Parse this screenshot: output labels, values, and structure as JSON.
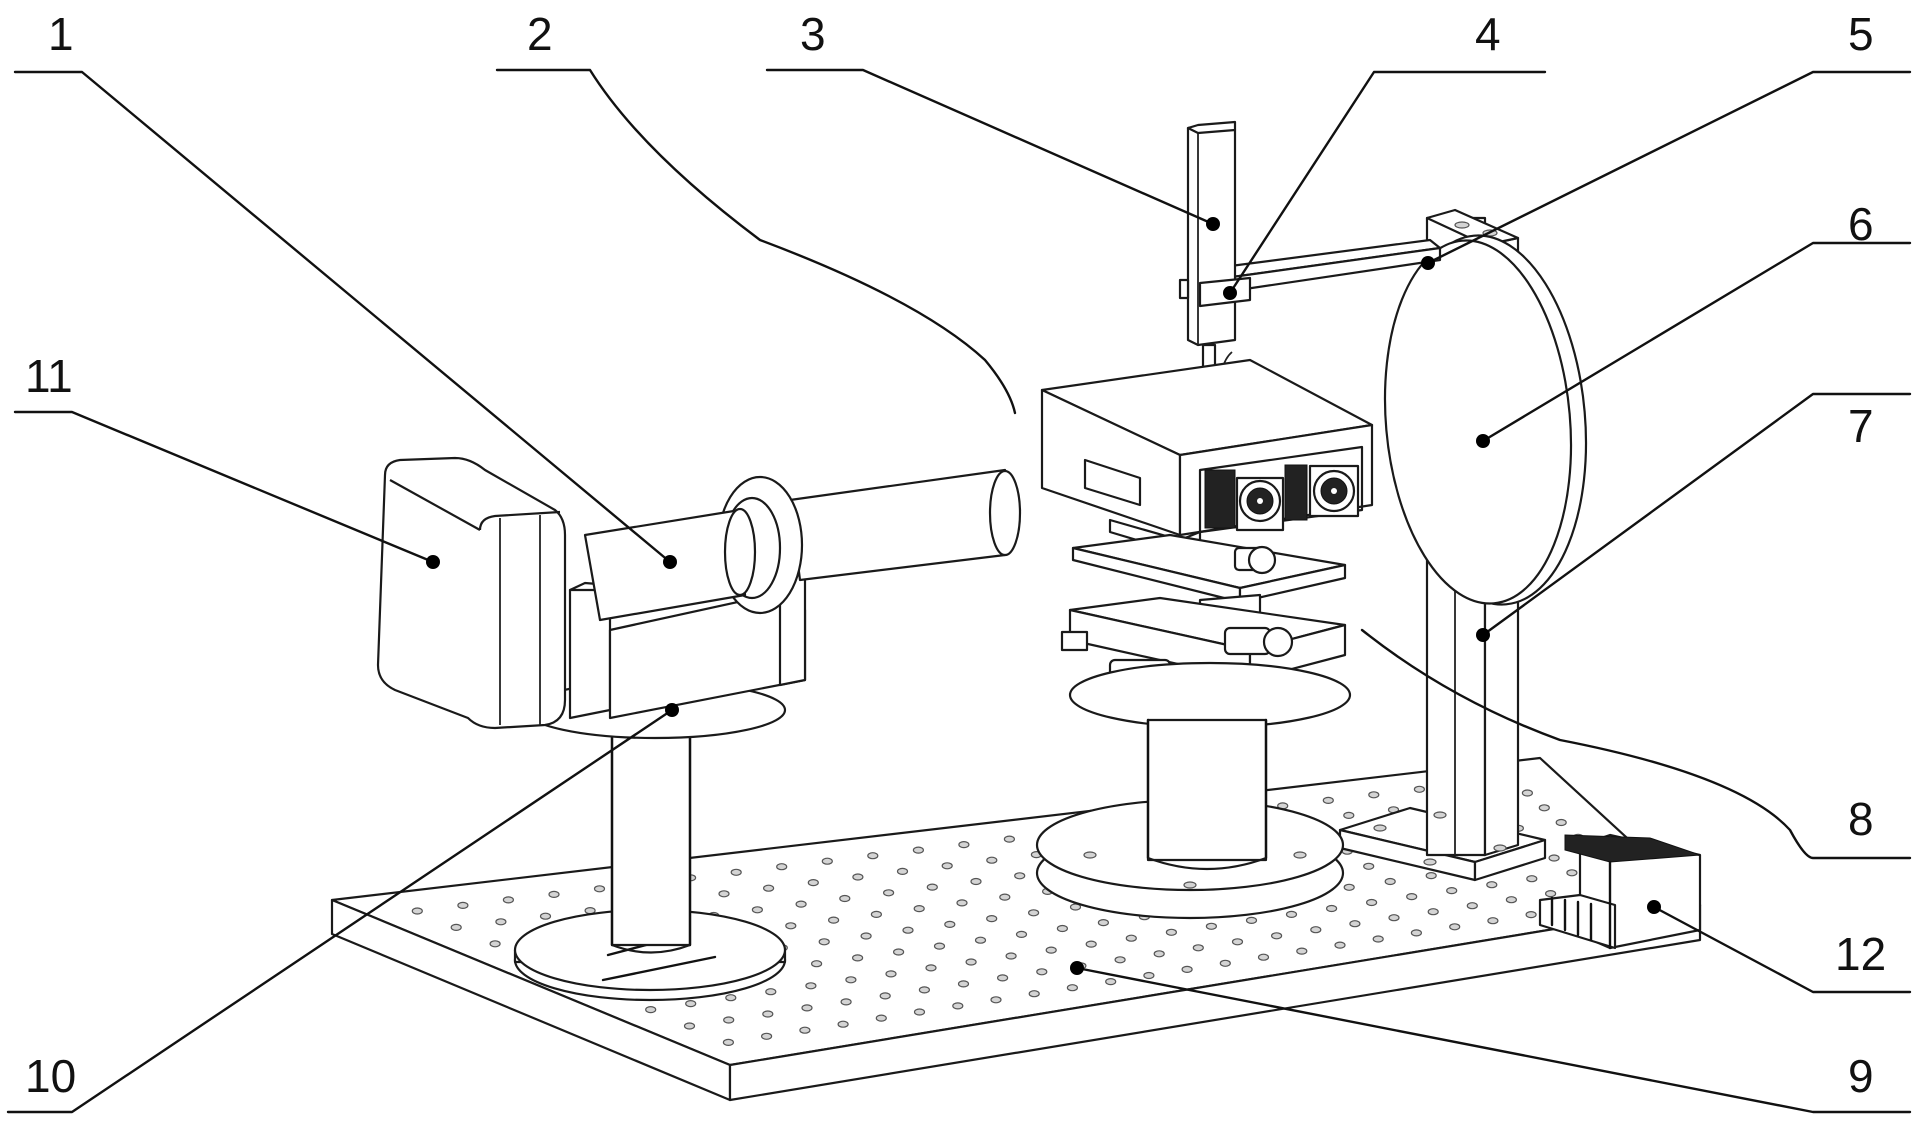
{
  "figure": {
    "type": "patent-style isometric line drawing of an optical test bench",
    "colors": {
      "line": "#111111",
      "background": "#ffffff",
      "hole_fill": "#d4d4d4"
    },
    "callouts": [
      {
        "id": "c1",
        "label": "1"
      },
      {
        "id": "c2",
        "label": "2"
      },
      {
        "id": "c3",
        "label": "3"
      },
      {
        "id": "c4",
        "label": "4"
      },
      {
        "id": "c5",
        "label": "5"
      },
      {
        "id": "c6",
        "label": "6"
      },
      {
        "id": "c7",
        "label": "7"
      },
      {
        "id": "c8",
        "label": "8"
      },
      {
        "id": "c9",
        "label": "9"
      },
      {
        "id": "c10",
        "label": "10"
      },
      {
        "id": "c11",
        "label": "11"
      },
      {
        "id": "c12",
        "label": "12"
      }
    ]
  }
}
